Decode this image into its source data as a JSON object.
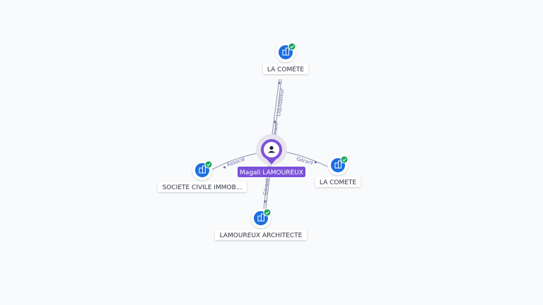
{
  "graph": {
    "center": {
      "label": "Magali LAMOUREUX",
      "icon": "person-icon",
      "color": "#7b52d8"
    },
    "nodes": [
      {
        "id": "top",
        "label": "LA COMÈTE",
        "icon": "building-icon",
        "status_icon": "check-icon"
      },
      {
        "id": "right",
        "label": "LA COMETE",
        "icon": "building-icon",
        "status_icon": "check-icon"
      },
      {
        "id": "left",
        "label": "SOCIETE CIVILE IMMOB...",
        "icon": "building-icon",
        "status_icon": "check-icon"
      },
      {
        "id": "bottom",
        "label": "LAMOUREUX ARCHITECTE",
        "icon": "building-icon",
        "status_icon": "check-icon"
      }
    ],
    "edges": [
      {
        "to": "top",
        "labels": [
          "Liquidateur",
          "Gérant"
        ]
      },
      {
        "to": "right",
        "labels": [
          "Gérant"
        ]
      },
      {
        "to": "left",
        "labels": [
          "Associé"
        ]
      },
      {
        "to": "bottom",
        "labels": [
          "Gérant"
        ]
      }
    ],
    "colors": {
      "accent": "#7b52d8",
      "node_icon": "#1b6fe0",
      "status_ok": "#12a35a",
      "edge": "#8d94a3"
    }
  }
}
